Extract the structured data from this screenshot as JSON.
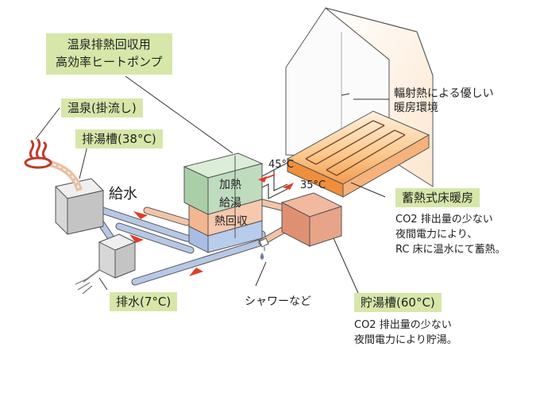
{
  "labels": {
    "heat_pump_line1": "温泉排熱回収用",
    "heat_pump_line2": "高効率ヒートポンプ",
    "hot_spring": "温泉(掛流し)",
    "drain_tank": "排湯槽(38°C)",
    "water_supply": "給水",
    "drainage": "排水(7°C)",
    "unit_heating": "加熱",
    "unit_supply": "給湯",
    "unit_recovery": "熱回収",
    "temp_45": "45°C",
    "temp_35": "35°C",
    "house_line1": "輻射熱による優しい",
    "house_line2": "暖房環境",
    "floor_heating": "蓄熱式床暖房",
    "floor_note_1": "CO2 排出量の少ない",
    "floor_note_2": "夜間電力により、",
    "floor_note_3": "RC 床に温水にて蓄熱。",
    "shower": "シャワーなど",
    "storage_tank": "貯湯槽(60°C)",
    "storage_note_1": "CO2 排出量の少ない",
    "storage_note_2": "夜間電力により貯湯。"
  },
  "colors": {
    "tag_bg": "#d6e7a9",
    "cold_pipe": "#b7c7e6",
    "warm_pipe": "#f1c4a9",
    "storage_tank": "#e8a489",
    "floor_heat": "#f3a25c",
    "flow_arrow": "#e03d2b",
    "steam": "#c0392b",
    "unit_green": "#bfdcbf",
    "unit_orange": "#f6c8ad",
    "unit_blue": "#b8ccec"
  },
  "icons": [
    "hot-spring-steam-icon",
    "flow-arrow-icon",
    "shower-head-icon",
    "water-drop-icon"
  ]
}
